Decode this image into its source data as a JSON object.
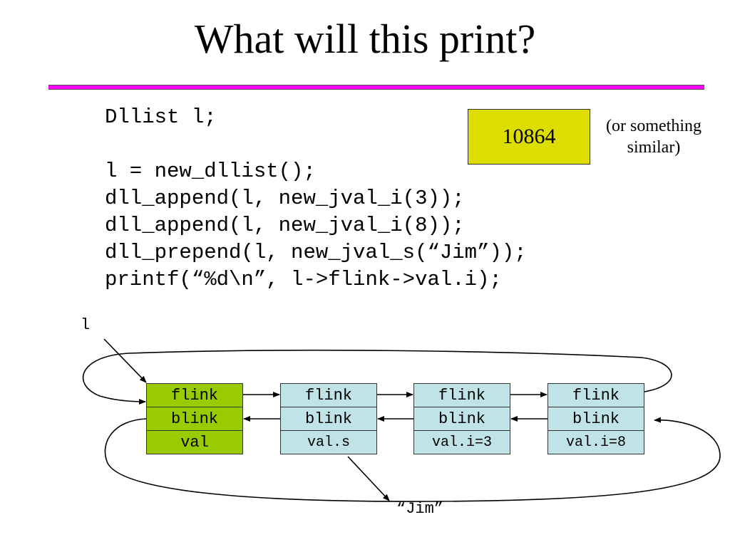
{
  "slide": {
    "title": "What will this print?"
  },
  "code": {
    "lines": [
      "Dllist l;",
      "",
      "l = new_dllist();",
      "dll_append(l, new_jval_i(3));",
      "dll_append(l, new_jval_i(8));",
      "dll_prepend(l, new_jval_s(“Jim”));",
      "printf(“%d\\n”, l->flink->val.i);"
    ]
  },
  "answer": {
    "value": "10864",
    "note_line1": "(or something",
    "note_line2": "similar)"
  },
  "diagram": {
    "pointer_label": "l",
    "string_value": "“Jim”",
    "nodes": [
      {
        "kind": "sentinel",
        "flink": "flink",
        "blink": "blink",
        "val": "val"
      },
      {
        "kind": "regular",
        "flink": "flink",
        "blink": "blink",
        "val": "val.s"
      },
      {
        "kind": "regular",
        "flink": "flink",
        "blink": "blink",
        "val": "val.i=3"
      },
      {
        "kind": "regular",
        "flink": "flink",
        "blink": "blink",
        "val": "val.i=8"
      }
    ]
  }
}
